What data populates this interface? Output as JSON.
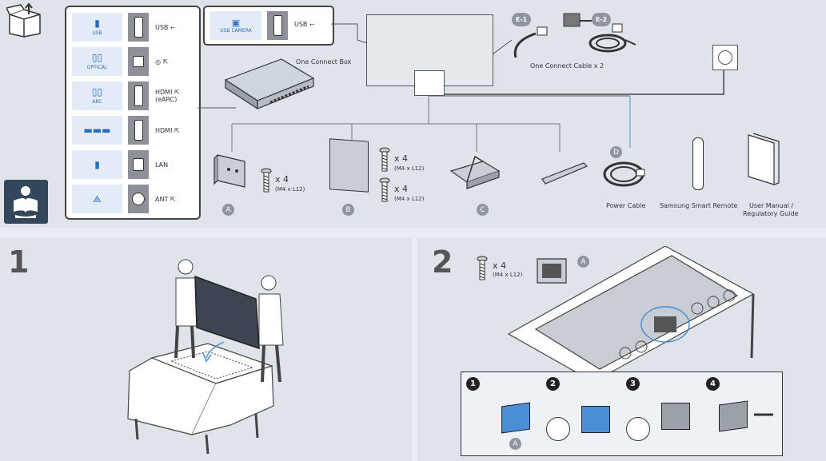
{
  "ports": [
    {
      "icon_name": "usb-stick-icon",
      "name": "USB",
      "label": "USB ⭠",
      "connector": "rect"
    },
    {
      "icon_name": "optical-cable-icon",
      "name": "OPTICAL",
      "label": "◎ ⇱",
      "connector": "square"
    },
    {
      "icon_name": "arc-cable-icon",
      "name": "ARC",
      "label": "HDMI ⇱\n(eARC)",
      "connector": "rect"
    },
    {
      "icon_name": "hdmi-device-icon",
      "name": "",
      "label": "HDMI ⇱",
      "connector": "rect"
    },
    {
      "icon_name": "lan-cable-icon",
      "name": "",
      "label": "LAN",
      "connector": "square"
    },
    {
      "icon_name": "antenna-icon",
      "name": "",
      "label": "ANT ⇱",
      "connector": "round"
    }
  ],
  "usb_camera": {
    "name": "USB CAMERA",
    "label": "USB ⭠"
  },
  "one_connect_box_label": "One Connect Box",
  "one_connect_cable_label": "One Connect Cable x 2",
  "callouts": {
    "e1": "E-1",
    "e2": "E-2",
    "d": "D"
  },
  "items": {
    "a": {
      "badge": "A",
      "screw_qty": "x 4",
      "screw_size": "(M4 x L12)"
    },
    "b": {
      "badge": "B",
      "screw_qty_1": "x 4",
      "screw_size_1": "(M4 x L12)",
      "screw_qty_2": "x 4",
      "screw_size_2": "(M4 x L12)"
    },
    "c": {
      "badge": "C"
    },
    "power_cable": "Power Cable",
    "remote": "Samsung Smart Remote",
    "manual_line1": "User Manual /",
    "manual_line2": "Regulatory Guide"
  },
  "step1": {
    "number": "1"
  },
  "step2": {
    "number": "2",
    "screw_qty": "x 4",
    "screw_size": "(M4 x L12)",
    "badge": "A",
    "substeps": [
      "1",
      "2",
      "3",
      "4"
    ],
    "sub_badge": "A"
  },
  "colors": {
    "accent": "#2a6cc0",
    "panel": "#dfe4ea",
    "background": "#e9edf1"
  }
}
